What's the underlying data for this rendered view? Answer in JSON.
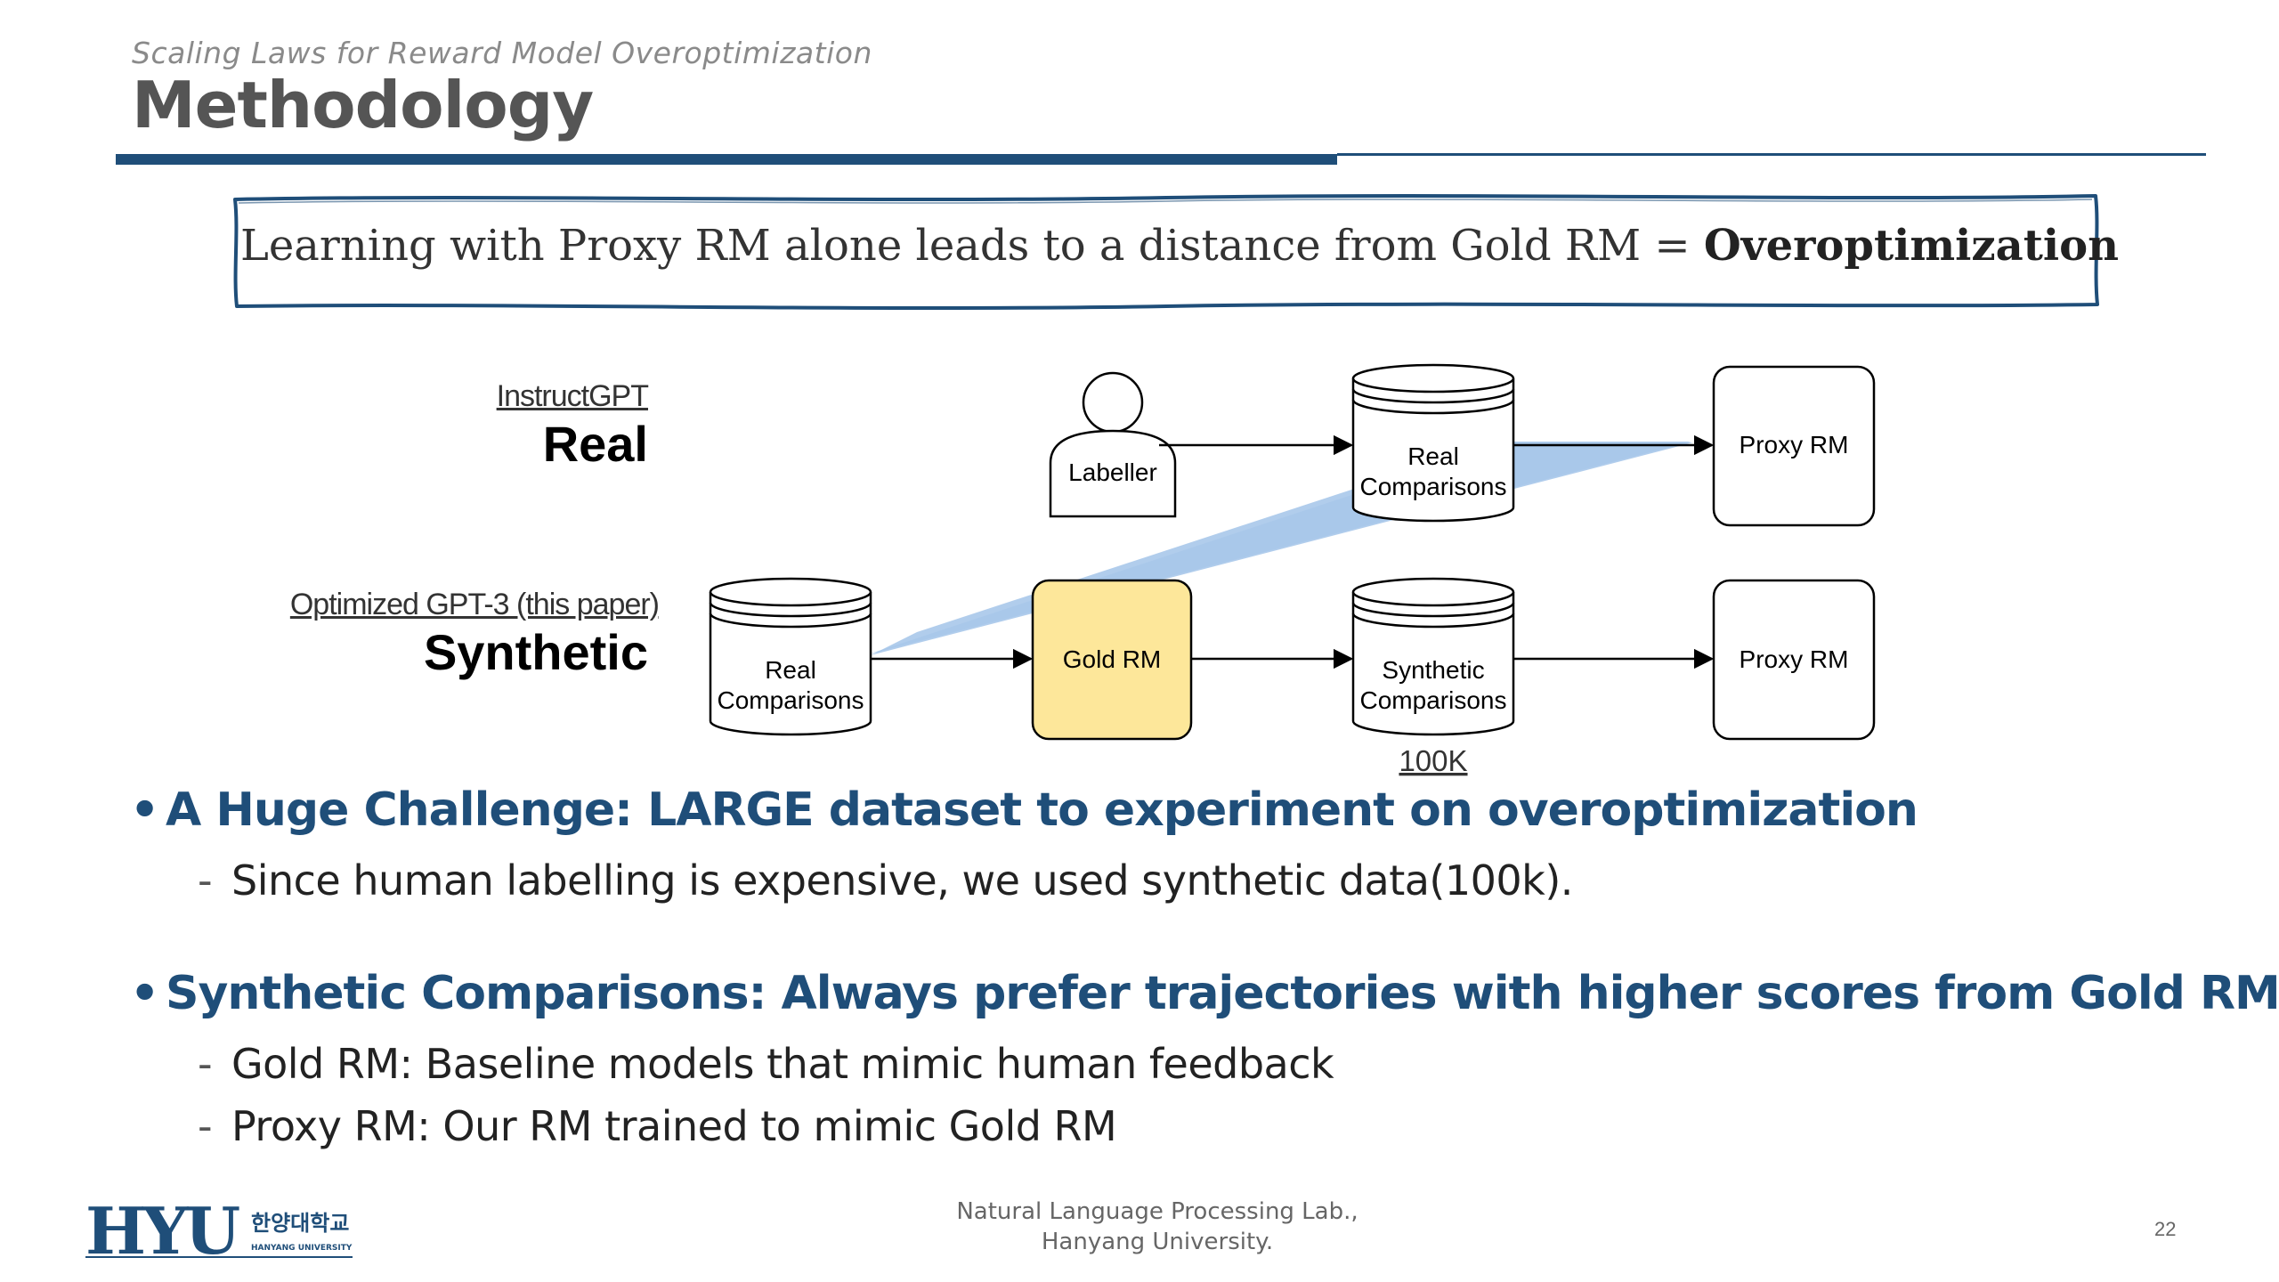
{
  "header": {
    "subtitle": "Scaling Laws for Reward Model Overoptimization",
    "title": "Methodology"
  },
  "callout": {
    "text": "Learning with Proxy RM alone leads to a distance from Gold RM = ",
    "emphasis": "Overoptimization"
  },
  "diagram": {
    "rows": [
      {
        "caption": "InstructGPT",
        "label": "Real"
      },
      {
        "caption": "Optimized GPT-3 (this paper)",
        "label": "Synthetic"
      }
    ],
    "nodes": {
      "labeller": "Labeller",
      "real_comparisons_top_line1": "Real",
      "real_comparisons_top_line2": "Comparisons",
      "proxy_rm_top": "Proxy RM",
      "real_comparisons_bottom_line1": "Real",
      "real_comparisons_bottom_line2": "Comparisons",
      "gold_rm": "Gold RM",
      "synthetic_comparisons_line1": "Synthetic",
      "synthetic_comparisons_line2": "Comparisons",
      "proxy_rm_bottom": "Proxy RM"
    },
    "dataset_size_label": "100K",
    "colors": {
      "gold_rm_fill": "#fde79a",
      "highlight_band": "#a9c8ea",
      "accent": "#1f4e79"
    }
  },
  "bullets": [
    {
      "text": "A Huge Challenge: LARGE dataset to experiment on overoptimization",
      "subs": [
        "Since human labelling is expensive, we used synthetic data(100k)."
      ]
    },
    {
      "text": "Synthetic Comparisons: Always prefer trajectories with higher scores from Gold RM",
      "subs": [
        "Gold RM: Baseline models that mimic human feedback",
        "Proxy RM: Our RM trained to mimic Gold RM"
      ]
    }
  ],
  "footer": {
    "logo_text": "HYU",
    "logo_korean": "한양대학교",
    "logo_english": "HANYANG UNIVERSITY",
    "lab_line1": "Natural Language Processing Lab.,",
    "lab_line2": "Hanyang University.",
    "page_number": "22"
  }
}
